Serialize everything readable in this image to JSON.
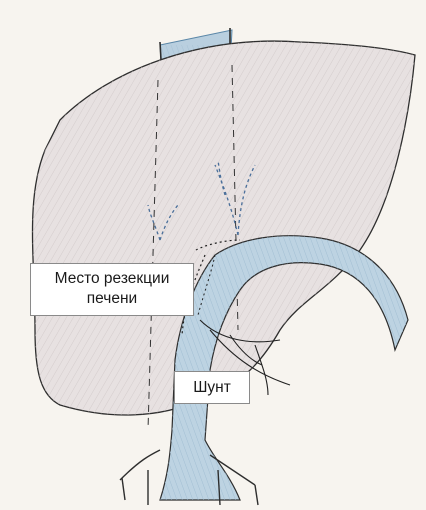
{
  "labels": {
    "resection_line1": "Место резекции",
    "resection_line2": "печени",
    "shunt": "Шунт"
  },
  "colors": {
    "liver_fill": "#e6e0e0",
    "vessel_fill": "#bcd2e0",
    "vessel_dark": "#5b87a8",
    "outline": "#2e2e2e"
  }
}
